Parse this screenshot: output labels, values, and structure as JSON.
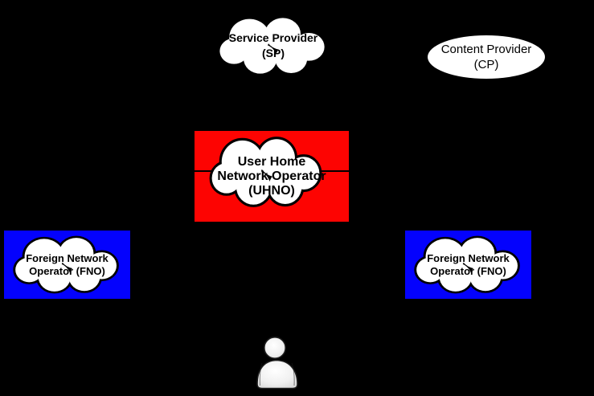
{
  "colors": {
    "background": "#000000",
    "uhno_box": "#fd0402",
    "fno_box": "#0402fd",
    "shape_fill": "#ffffff",
    "outline": "#000000"
  },
  "nodes": {
    "service_provider": {
      "shape": "cloud",
      "label": "Service Provider\n(SP)"
    },
    "content_provider": {
      "shape": "ellipse",
      "label": "Content Provider\n(CP)"
    },
    "uhno": {
      "shape": "cloud-in-box",
      "box_color": "#fd0402",
      "label": "User Home\nNetwork Operator\n(UHNO)"
    },
    "fno_left": {
      "shape": "cloud-in-box",
      "box_color": "#0402fd",
      "label": "Foreign Network\nOperator (FNO)"
    },
    "fno_right": {
      "shape": "cloud-in-box",
      "box_color": "#0402fd",
      "label": "Foreign Network\nOperator (FNO)"
    },
    "user": {
      "icon": "person-icon"
    }
  }
}
